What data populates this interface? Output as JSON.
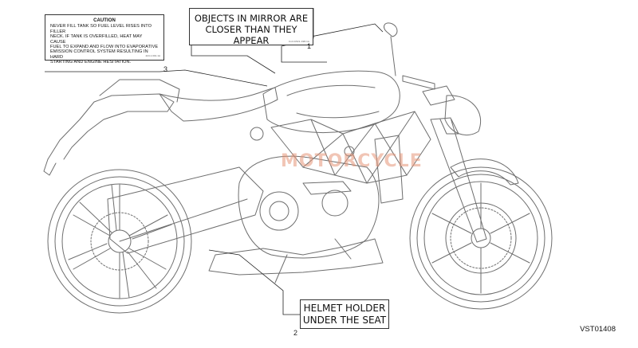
{
  "caution_label": {
    "title": "CAUTION",
    "lines": [
      "NEVER FILL TANK SO FUEL LEVEL RISES INTO FILLER",
      "NECK. IF TANK IS OVERFILLED, HEAT MAY CAUSE",
      "FUEL TO EXPAND AND FLOW INTO EVAPORATIVE",
      "EMISSION CONTROL SYSTEM RESULTING IN HARD",
      "STARTING AND ENGINE HESITATION."
    ],
    "code": "424.1.001.1A"
  },
  "mirror_label": {
    "line1": "OBJECTS IN MIRROR ARE",
    "line2": "CLOSER THAN THEY APPEAR",
    "code": "Cod.4321.198.1A"
  },
  "helmet_label": {
    "line1": "HELMET HOLDER",
    "line2": "UNDER THE SEAT"
  },
  "callouts": {
    "one": "1",
    "two": "2",
    "three": "3"
  },
  "reference_code": "VST01408",
  "colors": {
    "line": "#6e6e6e",
    "box_border": "#333333",
    "watermark": "#e89a78"
  }
}
